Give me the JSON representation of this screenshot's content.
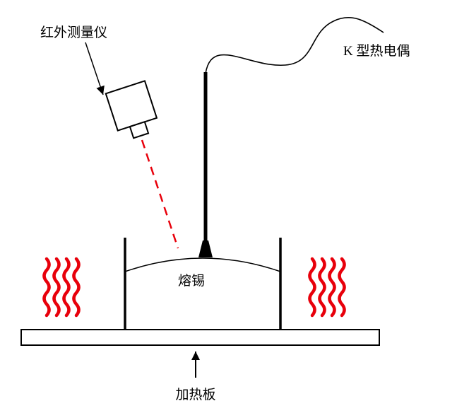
{
  "diagram": {
    "description_labels": {
      "infrared_meter": "红外测量仪",
      "thermocouple": "K 型热电偶",
      "solder": "熔锡",
      "heating_plate": "加热板"
    },
    "colors": {
      "heat_red": "#e8000b",
      "line_black": "#000000",
      "background": "#ffffff"
    }
  }
}
